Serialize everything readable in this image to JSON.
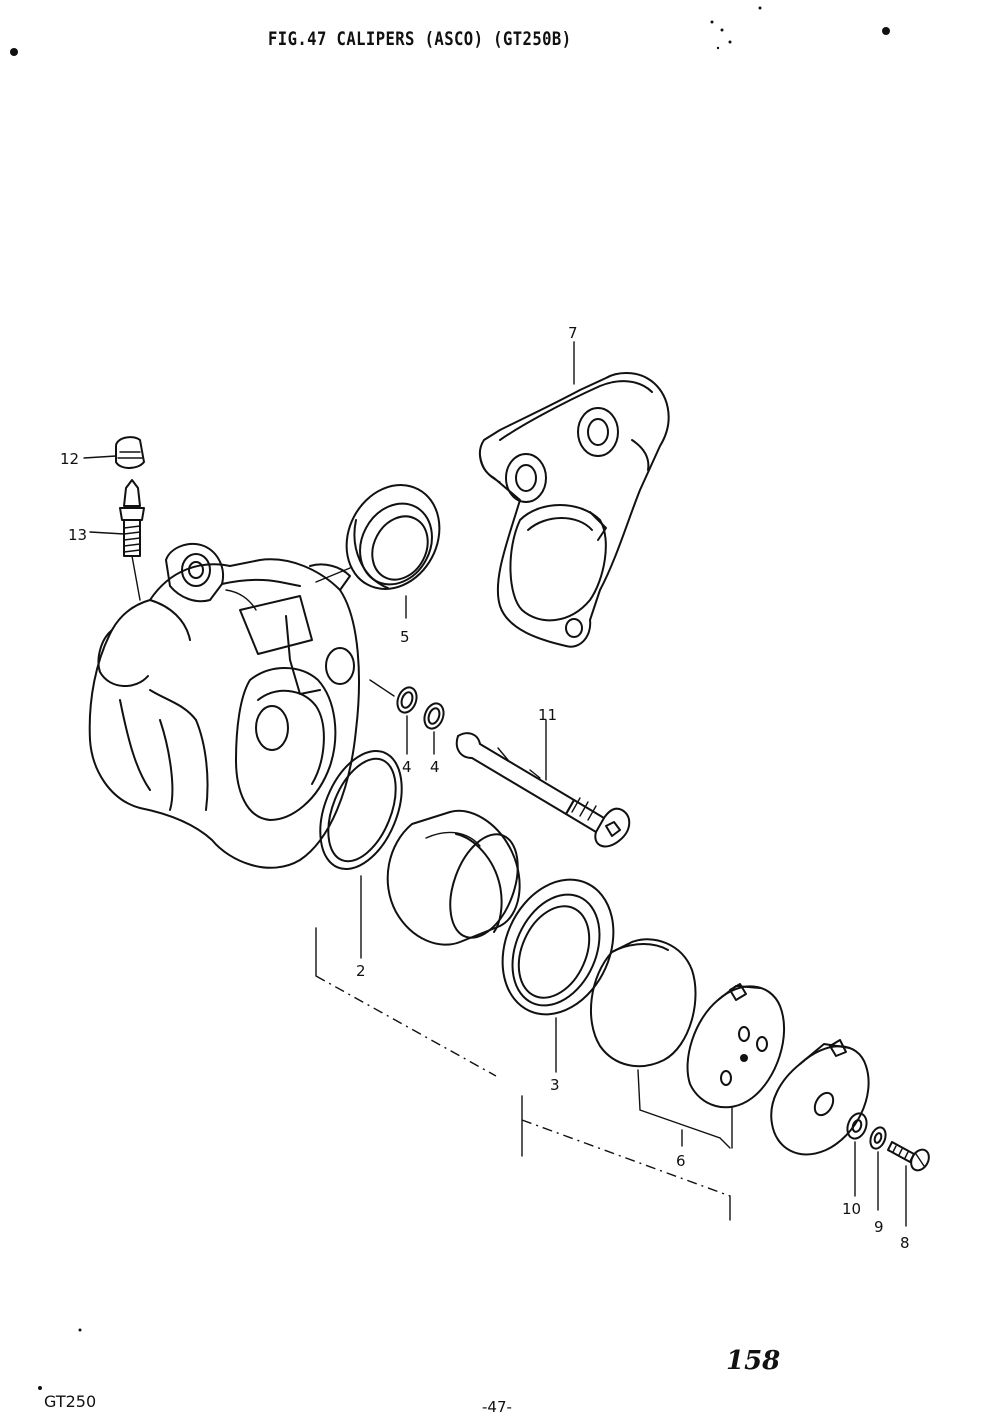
{
  "header": {
    "title": "FIG.47  CALIPERS (ASCO) (GT250B)"
  },
  "footer": {
    "model": "GT250",
    "page_number": "-47-",
    "handwritten_number": "158"
  },
  "callouts": [
    {
      "id": "2",
      "label": "2"
    },
    {
      "id": "3",
      "label": "3"
    },
    {
      "id": "4a",
      "label": "4"
    },
    {
      "id": "4b",
      "label": "4"
    },
    {
      "id": "5",
      "label": "5"
    },
    {
      "id": "6",
      "label": "6"
    },
    {
      "id": "7",
      "label": "7"
    },
    {
      "id": "8",
      "label": "8"
    },
    {
      "id": "9",
      "label": "9"
    },
    {
      "id": "10",
      "label": "10"
    },
    {
      "id": "11",
      "label": "11"
    },
    {
      "id": "12",
      "label": "12"
    },
    {
      "id": "13",
      "label": "13"
    }
  ],
  "colors": {
    "ink": "#111111",
    "paper": "#ffffff"
  }
}
